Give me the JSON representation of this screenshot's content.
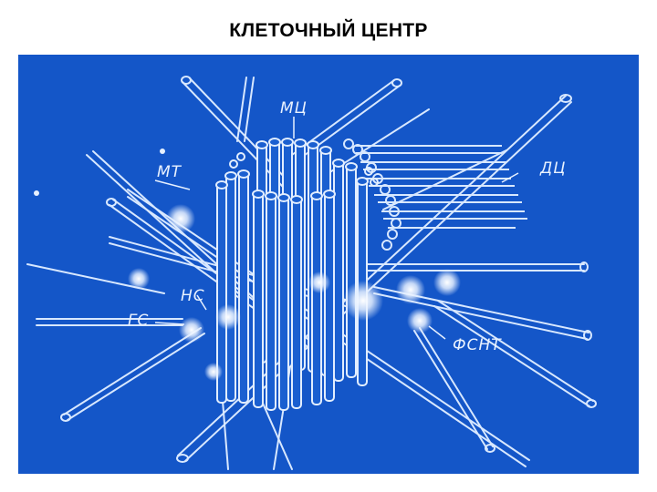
{
  "slide": {
    "title": "КЛЕТОЧНЫЙ ЦЕНТР"
  },
  "diagram": {
    "background_color": "#1456c8",
    "line_color": "#d8e8ff",
    "labels": {
      "mc": "МЦ",
      "mt": "МТ",
      "dc": "ДЦ",
      "ns": "НС",
      "gs": "ГС",
      "fsnt": "ФСНТ"
    }
  }
}
